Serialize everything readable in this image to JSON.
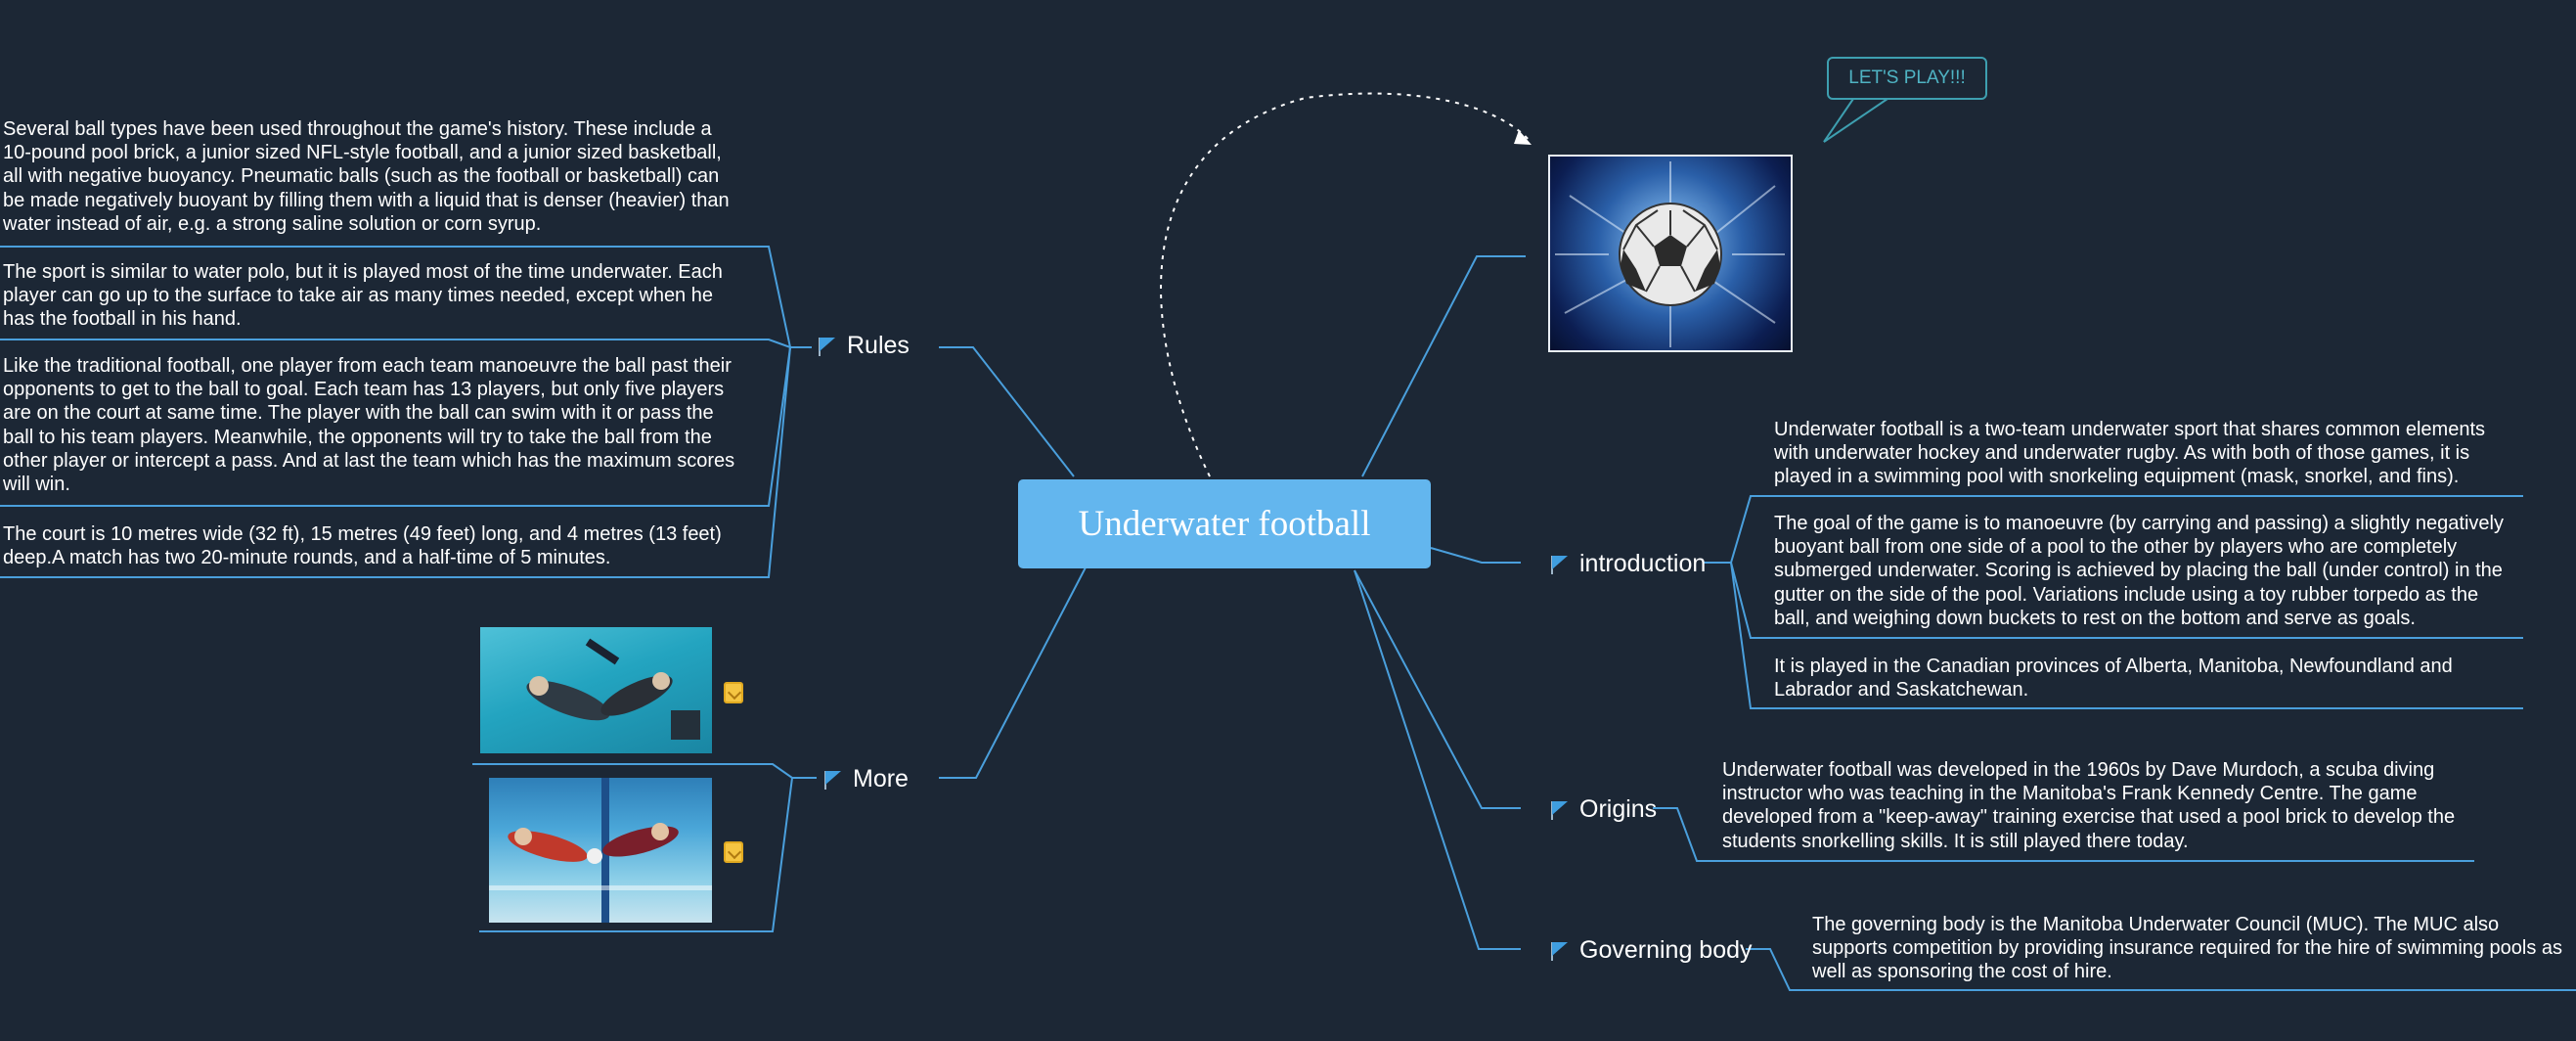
{
  "central": {
    "title": "Underwater football"
  },
  "callout": {
    "text": "LET'S PLAY!!!"
  },
  "images": {
    "ball": "soccer-ball-splash-image",
    "swimmers_1": "underwater-players-image",
    "swimmers_2": "pool-match-image"
  },
  "topics": {
    "rules": {
      "label": "Rules",
      "notes": [
        "Several ball types have been used throughout the game's history. These include a 10-pound pool brick, a junior sized NFL-style football, and a junior sized basketball, all with negative buoyancy. Pneumatic balls (such as the football or basketball) can be made negatively buoyant by filling them with a liquid that is denser (heavier) than water instead of air, e.g. a strong saline solution or corn syrup.",
        "The sport is similar to water polo, but it is played most of the time underwater. Each player can go up to the surface to take air as many times needed, except when he has the football in his hand.",
        "Like the traditional football, one player from each team manoeuvre the ball past their opponents to get to the ball to goal. Each team has 13 players, but only five players are on the court at same time. The player with the ball can swim with it or pass the ball to his team players. Meanwhile, the opponents will try to take the ball from the other player or intercept a pass. And at last the team which has the maximum scores will win.",
        "The court is 10 metres wide (32 ft), 15 metres (49 feet) long, and 4 metres (13 feet) deep.A match has two 20-minute rounds, and a half-time of 5 minutes."
      ]
    },
    "more": {
      "label": "More"
    },
    "introduction": {
      "label": "introduction",
      "notes": [
        "Underwater football is a two-team underwater sport that shares common elements with underwater hockey and underwater rugby. As with both of those games, it is played in a swimming pool with snorkeling equipment (mask, snorkel, and fins).",
        "The goal of the game is to manoeuvre (by carrying and passing) a slightly negatively buoyant ball from one side of a pool to the other by players who are completely submerged underwater. Scoring is achieved by placing the ball (under control) in the gutter on the side of the pool. Variations include using a toy rubber torpedo as the ball, and weighing down buckets to rest on the bottom and serve as goals.",
        "It is played in the Canadian provinces of Alberta, Manitoba, Newfoundland and Labrador and Saskatchewan."
      ]
    },
    "origins": {
      "label": "Origins",
      "notes": [
        "Underwater football was developed in the 1960s by Dave Murdoch, a scuba diving instructor who was teaching in the Manitoba's Frank Kennedy Centre. The game developed from a \"keep-away\" training exercise that used a pool brick to develop the students snorkelling skills. It is still played there today."
      ]
    },
    "governing": {
      "label": "Governing body",
      "notes": [
        "The governing body is the Manitoba Underwater Council (MUC). The MUC also supports competition by providing insurance required for the hire of swimming pools as well as sponsoring the cost of hire."
      ]
    }
  },
  "colors": {
    "background": "#1c2735",
    "central_fill": "#63b6ee",
    "connector": "#4a9fdc",
    "callout": "#3e9fb0",
    "flag": "#3f9ee0"
  }
}
